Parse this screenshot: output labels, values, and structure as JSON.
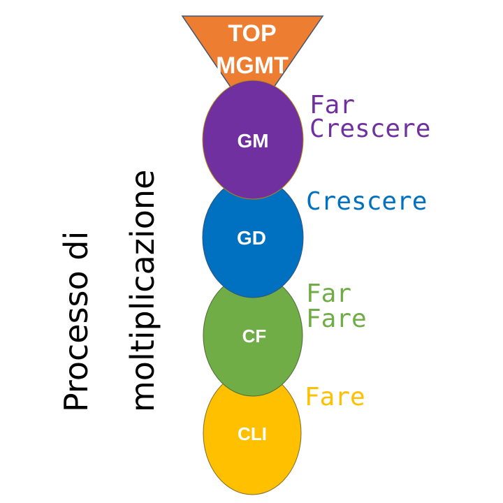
{
  "title_lines": [
    "Processo di",
    "moltiplicazione"
  ],
  "top": {
    "label_lines": [
      "TOP",
      "MGMT"
    ],
    "color": "#ED7D31"
  },
  "levels": [
    {
      "label": "GM",
      "color": "#7030A0",
      "side_lines": [
        "Far",
        "Crescere"
      ]
    },
    {
      "label": "GD",
      "color": "#0070C0",
      "side_lines": [
        "Crescere"
      ]
    },
    {
      "label": "CF",
      "color": "#70AD47",
      "side_lines": [
        "Far",
        "Fare"
      ]
    },
    {
      "label": "CLI",
      "color": "#FFC000",
      "side_lines": [
        "Fare"
      ]
    }
  ]
}
